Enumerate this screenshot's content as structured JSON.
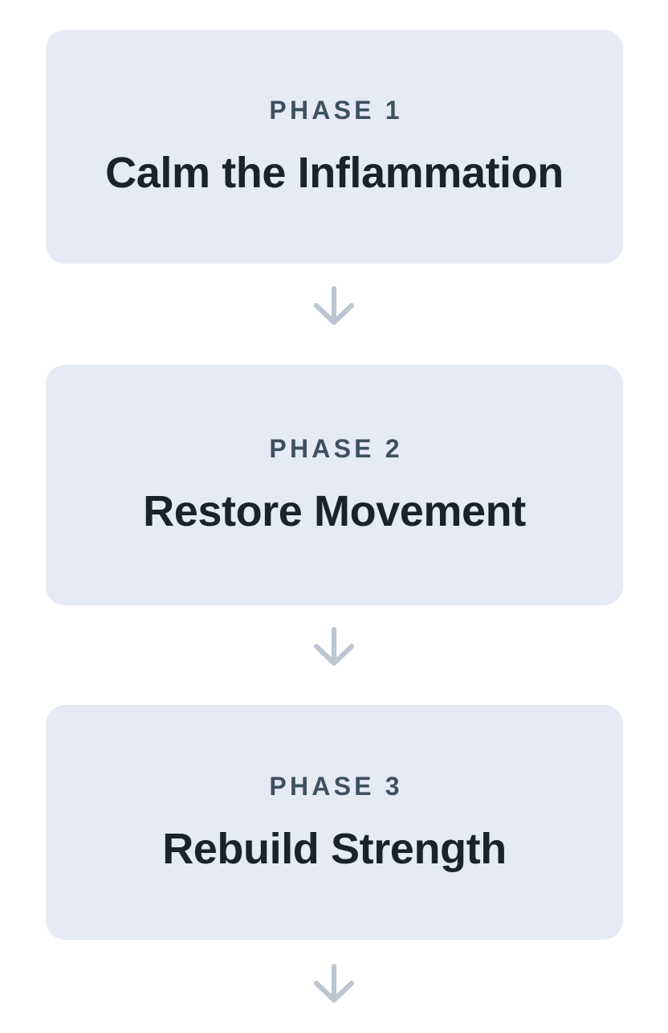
{
  "background_color": "#ffffff",
  "card_color": "#e6eaf4",
  "label_color": "#3d5160",
  "title_color": "#19222e",
  "arrow_color": "#bcc6d2",
  "flow": {
    "phases": [
      {
        "label": "PHASE 1",
        "title": "Calm the Inflammation"
      },
      {
        "label": "PHASE 2",
        "title": "Restore Movement"
      },
      {
        "label": "PHASE 3",
        "title": "Rebuild Strength"
      }
    ],
    "connectors": [
      {
        "icon": "arrow-down-icon"
      },
      {
        "icon": "arrow-down-icon"
      },
      {
        "icon": "arrow-down-icon"
      }
    ]
  }
}
